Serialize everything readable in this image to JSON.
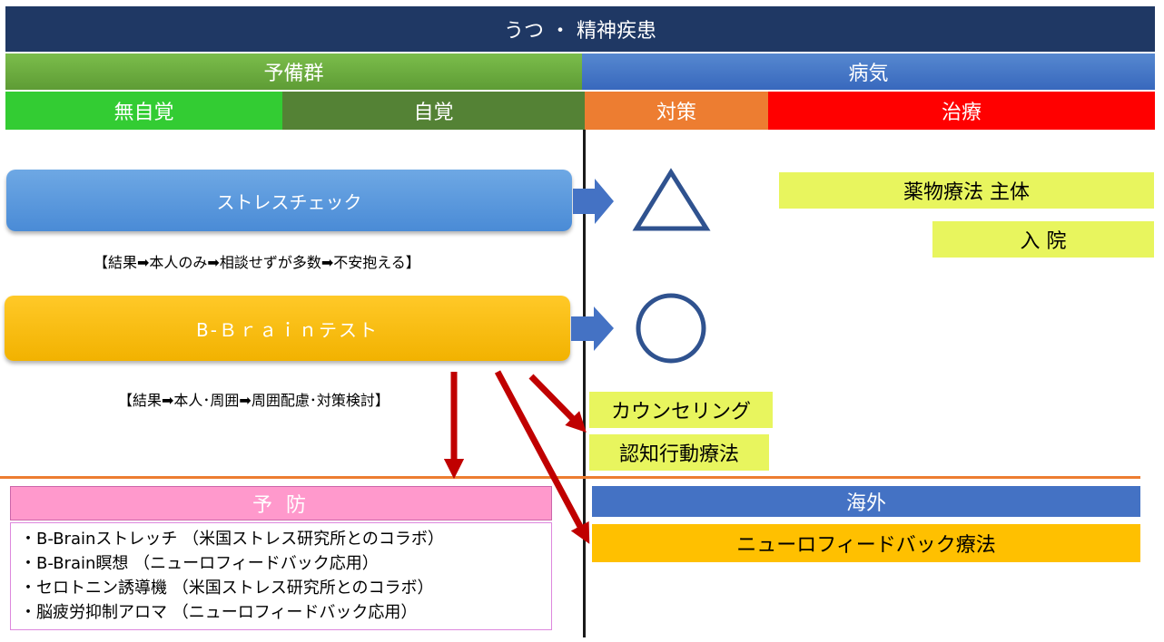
{
  "title": "うつ ・ 精神疾患",
  "groups": {
    "pre": "予備群",
    "illness": "病気"
  },
  "stages": {
    "unaware": "無自覚",
    "aware": "自覚",
    "measures": "対策",
    "treatment": "治療"
  },
  "tests": {
    "stress_check": "ストレスチェック",
    "stress_note": "【結果➡本人のみ➡相談せずが多数➡不安抱える】",
    "bbrain": "B-Ｂｒａｉｎテスト",
    "bbrain_note": "【結果➡本人･周囲➡周囲配慮･対策検討】"
  },
  "treatments": {
    "drug": "薬物療法 主体",
    "hospital": "入 院"
  },
  "measures": {
    "counseling": "カウンセリング",
    "cbt": "認知行動療法"
  },
  "prevention": {
    "title": "予 防",
    "items": [
      "・B-Brainストレッチ （米国ストレス研究所とのコラボ）",
      "・B-Brain瞑想 （ニューロフィードバック応用）",
      "・セロトニン誘導機 （米国ストレス研究所とのコラボ）",
      "・脳疲労抑制アロマ （ニューロフィードバック応用）"
    ]
  },
  "overseas": {
    "title": "海外",
    "neurofeedback": "ニューロフィードバック療法"
  },
  "symbols": {
    "stress_result": "triangle-icon",
    "bbrain_result": "circle-icon"
  },
  "colors": {
    "title": "#1f3864",
    "pre": "#70ad47",
    "illness": "#4472c4",
    "unaware": "#33cc33",
    "aware": "#548235",
    "measures": "#ed7d31",
    "treatment": "#ff0000",
    "arrow_red": "#c00000",
    "arrow_blue": "#4472c4",
    "highlight": "#e8f55e",
    "prevent": "#ff99cc",
    "neuro": "#ffc000"
  }
}
